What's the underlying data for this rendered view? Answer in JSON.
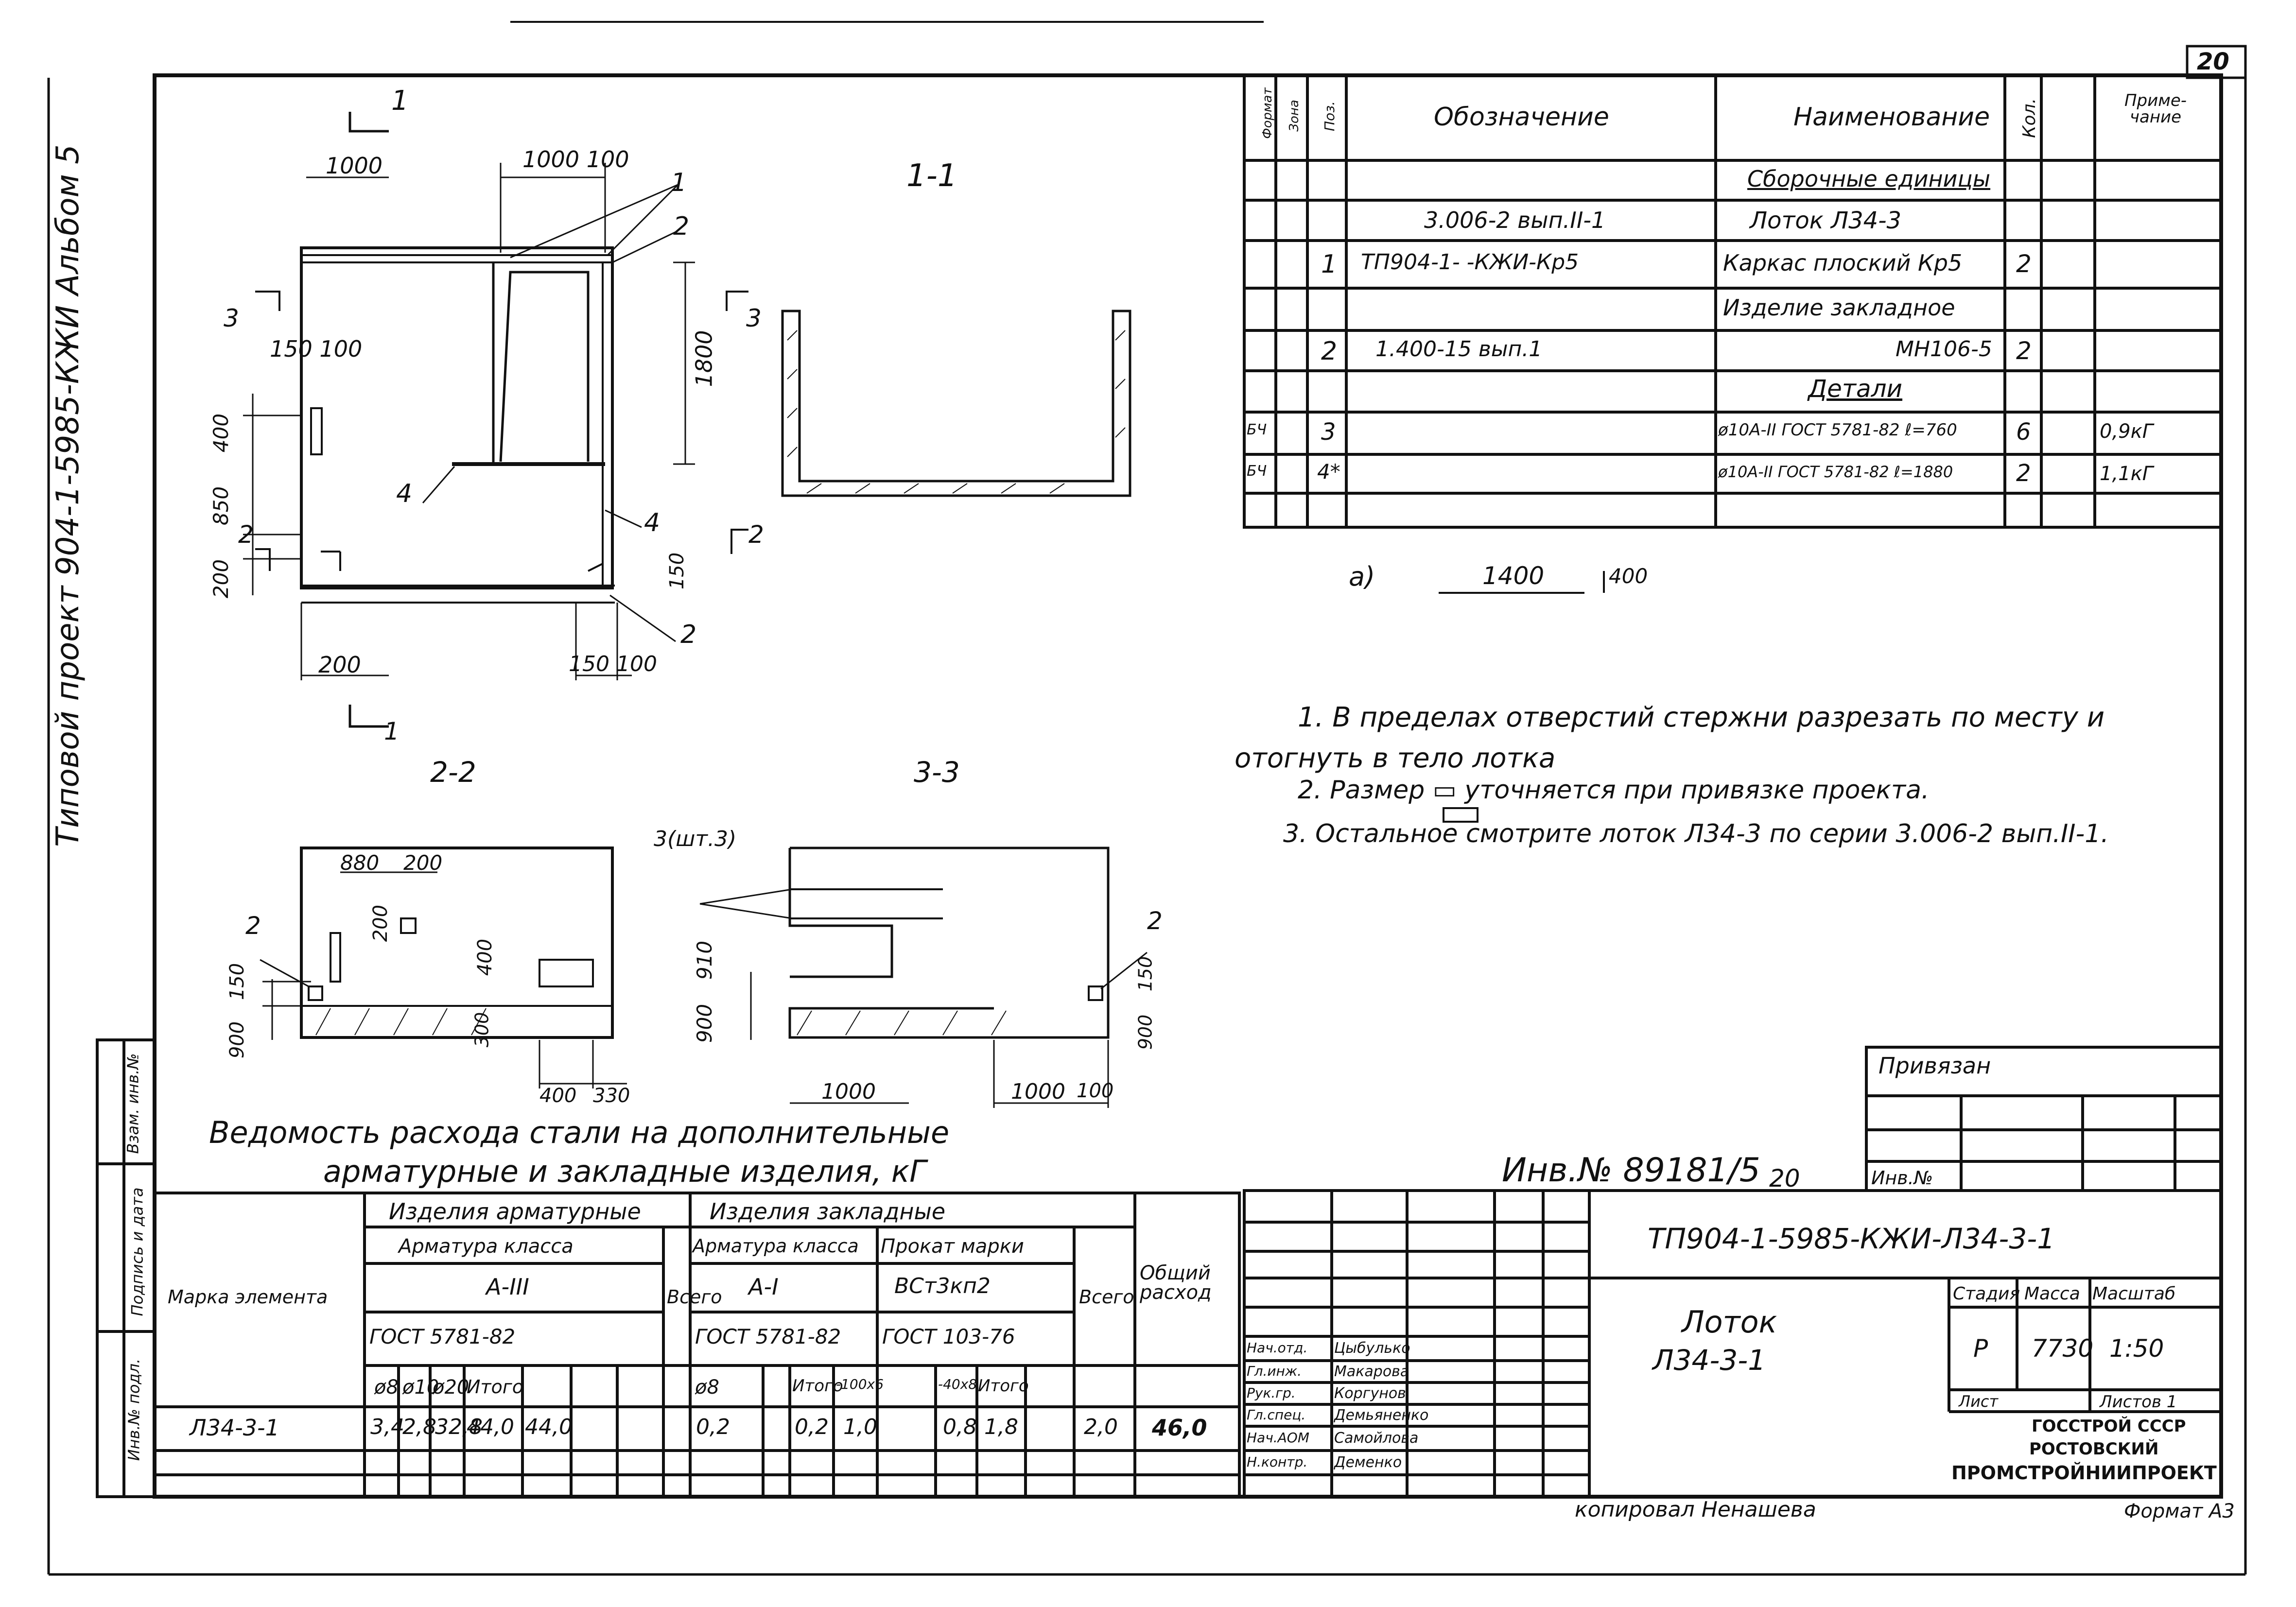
{
  "sheet": {
    "number": "20",
    "side_label": "Типовой проект 904-1-5985-КЖИ Альбом 5",
    "inv_number": "Инв.№ 89181/5",
    "inv_suffix": "20",
    "copied_by": "копировал Ненашева",
    "format": "Формат А3"
  },
  "views": {
    "elevation": {
      "dims": {
        "top_left": "1000",
        "top_right": "1000 100",
        "h1800": "1800",
        "left_150_100": "150 100",
        "v400": "400",
        "v850": "850",
        "v200": "200",
        "v150": "150",
        "bottom_left": "200",
        "bottom_right": "150 100"
      },
      "callouts": [
        "1",
        "2",
        "4",
        "4",
        "2"
      ],
      "sections": {
        "s1_top": "1",
        "s1_bottom": "1",
        "s3_left": "3",
        "s3_right": "3",
        "s2_left": "2",
        "s2_right": "2"
      }
    },
    "section11": {
      "title": "1-1"
    },
    "section22": {
      "title": "2-2",
      "dims": {
        "d880": "880",
        "d200a": "200",
        "d200b": "200",
        "d150": "150",
        "d900": "900",
        "d400": "400",
        "d300": "300",
        "d400b": "400",
        "d330": "330"
      },
      "callout": "2"
    },
    "section33": {
      "title": "3-3",
      "callout_top": "3(шт.3)",
      "callout_right": "2",
      "dims": {
        "d910": "910",
        "d900": "900",
        "d1000": "1000",
        "d1000b": "1000",
        "d100": "100",
        "d150": "150",
        "d900b": "900"
      }
    }
  },
  "spec": {
    "headers": {
      "format": "Формат",
      "zone": "Зона",
      "pos": "Поз.",
      "designation": "Обозначение",
      "name": "Наименование",
      "qty": "Кол.",
      "note": "Приме-чание"
    },
    "rows": [
      {
        "format": "",
        "pos": "",
        "designation": "",
        "name": "Сборочные единицы",
        "qty": "",
        "note": ""
      },
      {
        "format": "",
        "pos": "",
        "designation": "3.006-2 вып.II-1",
        "name": "Лоток Л34-3",
        "qty": "",
        "note": ""
      },
      {
        "format": "",
        "pos": "1",
        "designation": "ТП904-1-  -КЖИ-Кр5",
        "name": "Каркас плоский Кр5",
        "qty": "2",
        "note": ""
      },
      {
        "format": "",
        "pos": "",
        "designation": "",
        "name": "Изделие закладное",
        "qty": "",
        "note": ""
      },
      {
        "format": "",
        "pos": "2",
        "designation": "1.400-15 вып.1",
        "name": "МН106-5",
        "qty": "2",
        "note": ""
      },
      {
        "format": "",
        "pos": "",
        "designation": "",
        "name": "Детали",
        "qty": "",
        "note": ""
      },
      {
        "format": "БЧ",
        "pos": "3",
        "designation": "",
        "name": "ø10А-II ГОСТ 5781-82 ℓ=760",
        "qty": "6",
        "note": "0,9кГ"
      },
      {
        "format": "БЧ",
        "pos": "4*",
        "designation": "",
        "name": "ø10А-II ГОСТ 5781-82 ℓ=1880",
        "qty": "2",
        "note": "1,1кГ"
      },
      {
        "format": "",
        "pos": "",
        "designation": "",
        "name": "",
        "qty": "",
        "note": ""
      }
    ]
  },
  "detail_a": {
    "label": "а)",
    "d1": "1400",
    "d2": "400"
  },
  "notes": [
    "1. В пределах отверстий стержни разрезать по месту и отогнуть в тело лотка",
    "2. Размер ▭ уточняется при привязке проекта.",
    "3. Остальное смотрите лоток Л34-3 по серии 3.006-2 вып.II-1."
  ],
  "steel_table": {
    "title_line1": "Ведомость расхода стали на дополнительные",
    "title_line2": "арматурные и закладные изделия, кГ",
    "headers": {
      "mark": "Марка элемента",
      "armature_items": "Изделия арматурные",
      "embedded_items": "Изделия закладные",
      "armature_class": "Арматура класса",
      "a3": "А-III",
      "gost5781": "ГОСТ 5781-82",
      "total": "Всего",
      "armature_class2": "Арматура класса",
      "a1": "А-I",
      "gost5781b": "ГОСТ 5781-82",
      "rolled": "Прокат марки",
      "vst": "ВСт3кп2",
      "gost103": "ГОСТ 103-76",
      "total2": "Всего",
      "overall": "Общий расход",
      "d8": "ø8",
      "d10": "ø10",
      "d20": "ø20",
      "itogo": "Итого",
      "d8b": "ø8",
      "itogo2": "Итого",
      "p100": "-100х6",
      "p40": "-40х8",
      "itogo3": "Итого"
    },
    "row": {
      "mark": "Л34-3-1",
      "v1": "3,4",
      "v2": "2,8",
      "v3": "32,8",
      "itogo": "44,0",
      "total": "44,0",
      "e1": "0,2",
      "e_itogo": "0,2",
      "p1": "1,0",
      "p2": "0,8",
      "p_itogo": "1,8",
      "total2": "2,0",
      "overall": "46,0"
    }
  },
  "side_stamp": [
    "Инв.№ подл.",
    "Подпись и дата",
    "Взам. инв.№"
  ],
  "title_block": {
    "privyazan": "Привязан",
    "inv_no": "Инв.№",
    "code": "ТП904-1-5985-КЖИ-Л34-3-1",
    "title_line1": "Лоток",
    "title_line2": "Л34-3-1",
    "stage_h": "Стадия",
    "mass_h": "Масса",
    "scale_h": "Масштаб",
    "stage": "Р",
    "mass": "7730",
    "scale": "1:50",
    "sheet": "Лист",
    "sheets": "Листов 1",
    "org": [
      "ГОССТРОЙ СССР",
      "РОСТОВСКИЙ",
      "ПРОМСТРОЙНИИПРОЕКТ"
    ],
    "people": [
      {
        "role": "Нач.отд.",
        "name": "Цыбулько"
      },
      {
        "role": "Гл.инж.",
        "name": "Макарова"
      },
      {
        "role": "Рук.гр.",
        "name": "Коргунов"
      },
      {
        "role": "Гл.спец.",
        "name": "Демьяненко"
      },
      {
        "role": "Нач.АОМ",
        "name": "Самойлова"
      },
      {
        "role": "Н.контр.",
        "name": "Деменко"
      }
    ]
  }
}
